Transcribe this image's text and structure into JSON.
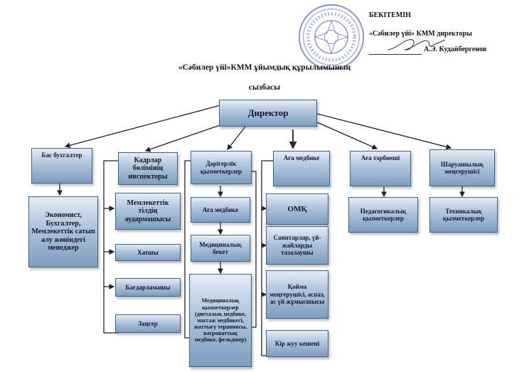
{
  "approval": {
    "title": "БЕКІТЕМІН",
    "position": "«Сәбилер үйі» КММ директоры",
    "name": "А.Э. Кудайбергенов"
  },
  "title": {
    "line1": "«Сәбилер үйі»КММ ұйымдық құрылымының",
    "line2": "сызбасы"
  },
  "director": "Директор",
  "branches": {
    "accounting": {
      "head": "Бас бухгалтер",
      "staff": "Экономист, Бухгалтер, Мемлекеттік сатып алу жөніндегі менеджер"
    },
    "hr": {
      "head": "Кадрлар бөлімінің инспекторы",
      "items": [
        "Мемлекеттік тілдің аудармашысы",
        "Хатшы",
        "Бағдарламашы",
        "Заңгер"
      ]
    },
    "medical": {
      "head": "Дәрігерлік қызметкерлер",
      "items": [
        "Аға медбике",
        "Медициналық бекет",
        "Медициналық қызметкерлер (диеталық медбике, массаж медбикесі, жаттығу терапиясы, патронаттық медбике, фельдшер)"
      ]
    },
    "nurse": {
      "head": "Аға медбике",
      "items": [
        "ОМҚ",
        "Санитарлар, үй-жайларды тазалаушы",
        "Қойма меңгерушісі, аспаз, ас үй жұмысшысы",
        "Кір жуу кешені"
      ]
    },
    "educator": {
      "head": "Аға тәрбиеші",
      "staff": "Педагогикалық қызметкерлер"
    },
    "household": {
      "head": "Шаруашылық меңгерушісі",
      "staff": "Техникалық қызметкерлер"
    }
  },
  "colors": {
    "box_top": "#e4ecf5",
    "box_bottom": "#7d9ec0",
    "border": "#3e6387",
    "lines": "#222222"
  }
}
